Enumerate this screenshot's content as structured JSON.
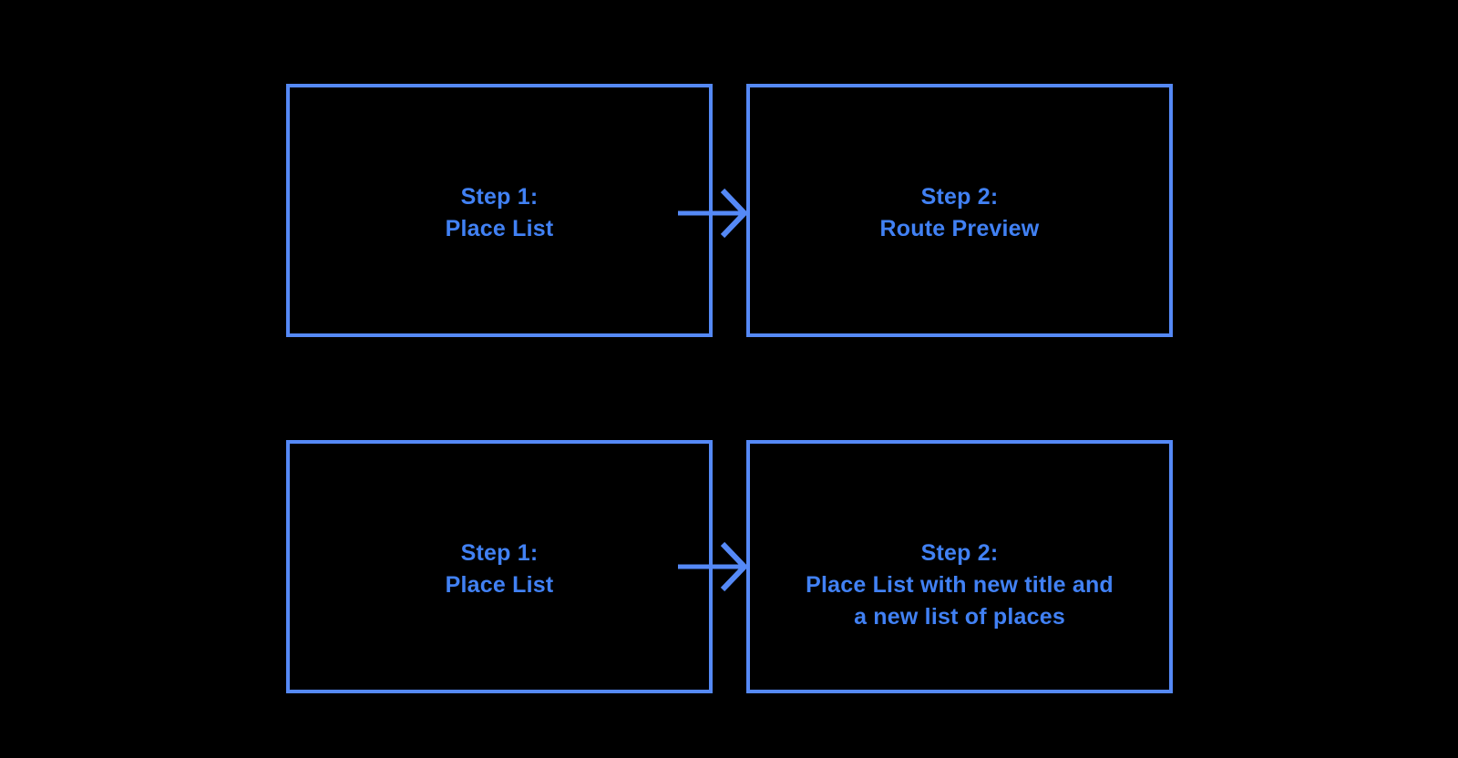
{
  "colors": {
    "background": "#000000",
    "accent": "#5589F6",
    "text": "#4181F4"
  },
  "diagram": {
    "flows": [
      {
        "from": {
          "lines": [
            "Step 1:",
            "Place List"
          ]
        },
        "to": {
          "lines": [
            "Step 2:",
            "Route Preview"
          ]
        }
      },
      {
        "from": {
          "lines": [
            "Step 1:",
            "Place List"
          ]
        },
        "to": {
          "lines": [
            "Step 2:",
            "Place List with new title and",
            "a new list of places"
          ]
        }
      }
    ]
  }
}
